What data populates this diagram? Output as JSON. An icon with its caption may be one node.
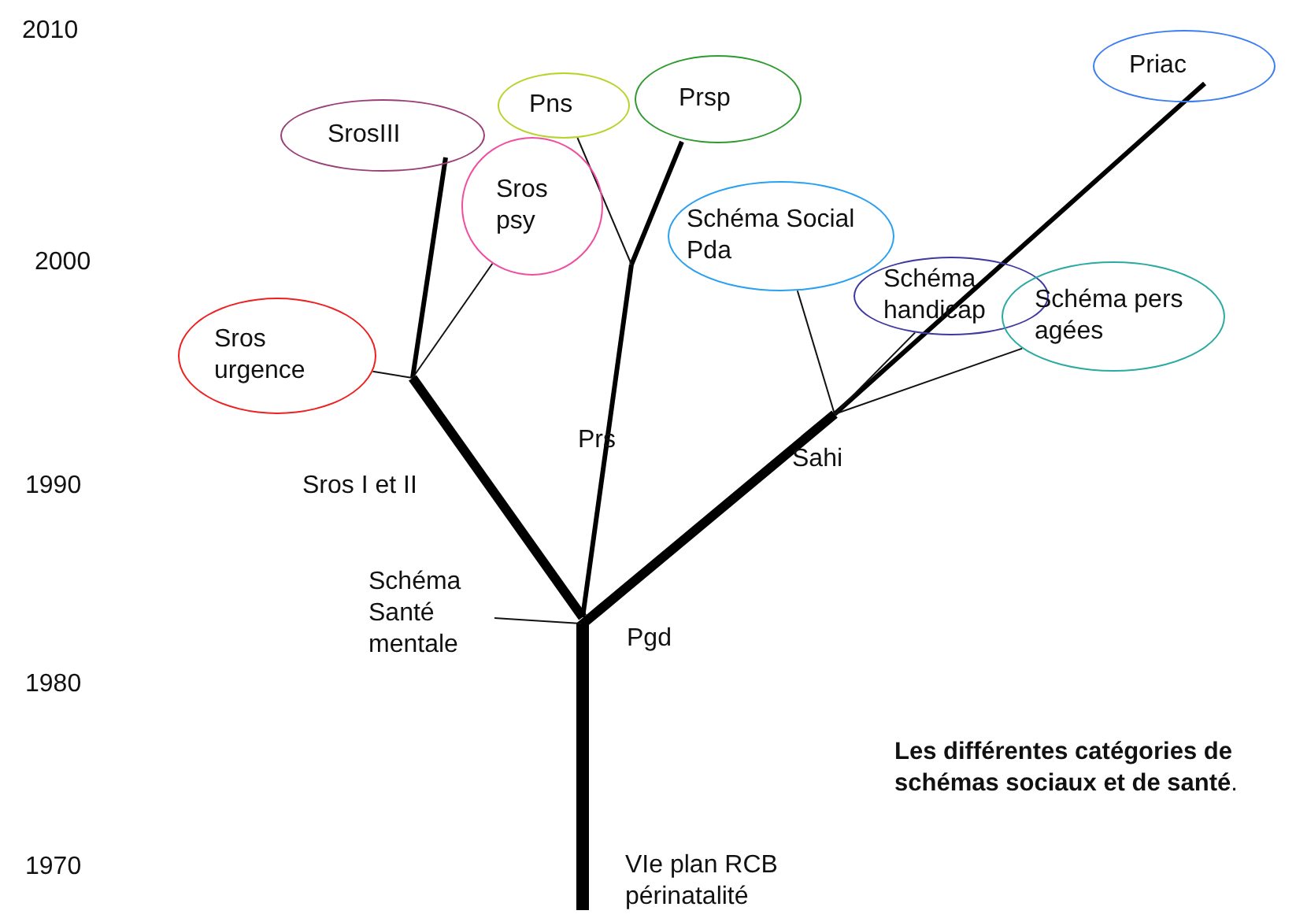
{
  "diagram": {
    "caption": "**Les différentes catégories de schémas sociaux et de santé**.",
    "nodes": [
      {
        "text": [
          "Priac"
        ]
      },
      {
        "text": [
          "Pns"
        ]
      },
      {
        "text": [
          "Prsp"
        ]
      },
      {
        "text": [
          "SrosIII"
        ]
      },
      {
        "text": [
          "Sros psy"
        ]
      },
      {
        "text": [
          "Schéma Social Pda"
        ]
      },
      {
        "text": [
          "Schéma handicap"
        ]
      },
      {
        "text": [
          "Schéma pers agées"
        ]
      },
      {
        "text": [
          "Sros urgence"
        ]
      },
      {
        "text": [
          "Schéma Santé mentale"
        ]
      }
    ],
    "edges": [
      {
        "from": 1,
        "to": null,
        "arrow": "none"
      },
      {
        "from": 4,
        "to": null,
        "arrow": "none"
      },
      {
        "from": 5,
        "to": null,
        "arrow": "none"
      },
      {
        "from": 6,
        "to": null,
        "arrow": "none"
      },
      {
        "from": 7,
        "to": null,
        "arrow": "none"
      },
      {
        "from": 8,
        "to": null,
        "arrow": "none"
      },
      {
        "from": 9,
        "to": null,
        "arrow": "none"
      }
    ],
    "labels": [
      "2010",
      "2000",
      "1990",
      "Sros I et II",
      "Prs",
      "Sahi",
      "Pgd",
      "1980",
      "1970",
      "VIe plan RCB périnatalité"
    ]
  }
}
